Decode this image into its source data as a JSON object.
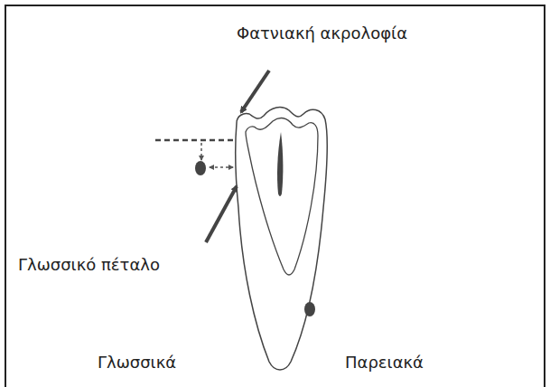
{
  "diagram": {
    "labels": [
      "Φατνιακή ακρολοφία",
      "Γλωσσικό πέταλο",
      "Γλωσσικά",
      "Παρειακά"
    ]
  }
}
